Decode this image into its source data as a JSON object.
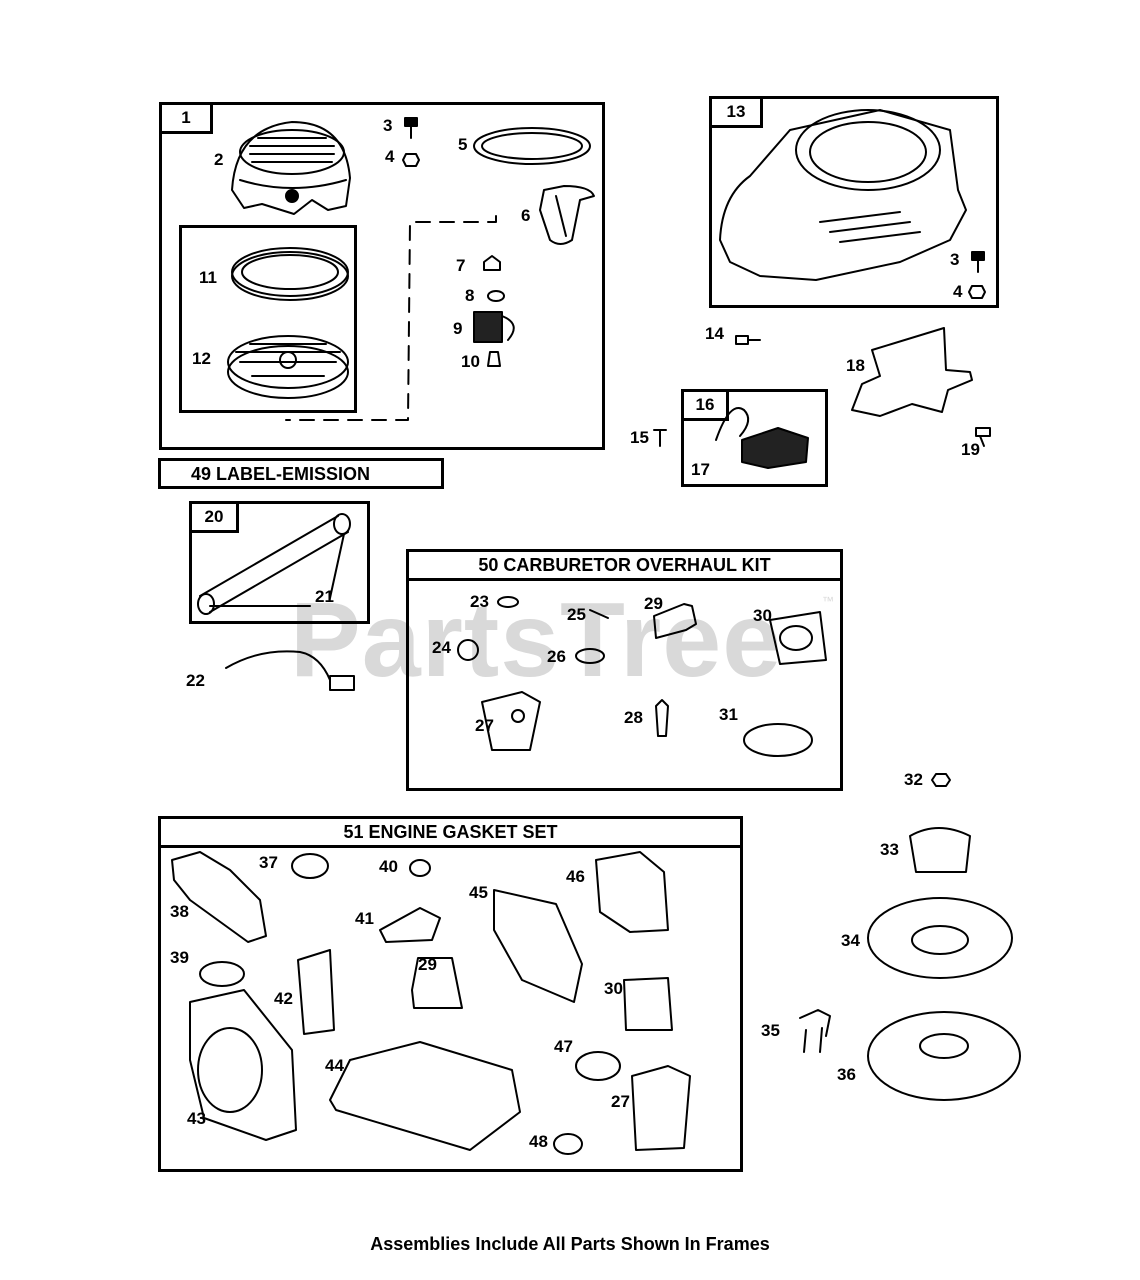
{
  "watermark": "PartsTree",
  "watermark_tm": "™",
  "footer": "Assemblies Include All Parts Shown In Frames",
  "frames": {
    "f1": "1",
    "f13": "13",
    "f16": "16",
    "f20": "20",
    "f49": "49  LABEL-EMISSION",
    "f50": "50  CARBURETOR OVERHAUL KIT",
    "f51": "51  ENGINE GASKET SET"
  },
  "labels": {
    "p2": "2",
    "p3a": "3",
    "p4a": "4",
    "p5": "5",
    "p6": "6",
    "p7": "7",
    "p8": "8",
    "p9": "9",
    "p10": "10",
    "p11": "11",
    "p12": "12",
    "p3b": "3",
    "p4b": "4",
    "p14": "14",
    "p15": "15",
    "p17": "17",
    "p18": "18",
    "p19": "19",
    "p21": "21",
    "p22": "22",
    "p23": "23",
    "p24": "24",
    "p25": "25",
    "p26": "26",
    "p27a": "27",
    "p28": "28",
    "p29a": "29",
    "p30a": "30",
    "p31": "31",
    "p32": "32",
    "p33": "33",
    "p34": "34",
    "p35": "35",
    "p36": "36",
    "p37": "37",
    "p38": "38",
    "p39": "39",
    "p40": "40",
    "p41": "41",
    "p42": "42",
    "p43": "43",
    "p44": "44",
    "p45": "45",
    "p46": "46",
    "p47": "47",
    "p48": "48",
    "p29b": "29",
    "p30b": "30",
    "p27b": "27"
  }
}
